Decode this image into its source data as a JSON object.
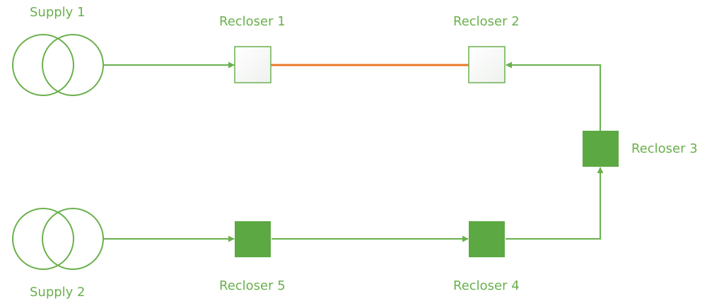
{
  "diagram": {
    "colors": {
      "line": "#6ab04c",
      "closed_fill": "#5ca843",
      "open_fill": "#ffffff",
      "highlight_segment": "#e8782a",
      "text": "#6ab04c"
    },
    "supplies": [
      {
        "id": "supply-1",
        "label": "Supply 1",
        "icon": "transformer-icon"
      },
      {
        "id": "supply-2",
        "label": "Supply 2",
        "icon": "transformer-icon"
      }
    ],
    "reclosers": [
      {
        "id": "recloser-1",
        "label": "Recloser 1",
        "state": "open"
      },
      {
        "id": "recloser-2",
        "label": "Recloser 2",
        "state": "open"
      },
      {
        "id": "recloser-3",
        "label": "Recloser 3",
        "state": "closed"
      },
      {
        "id": "recloser-4",
        "label": "Recloser 4",
        "state": "closed"
      },
      {
        "id": "recloser-5",
        "label": "Recloser 5",
        "state": "closed"
      }
    ],
    "connections": [
      {
        "from": "supply-1",
        "to": "recloser-1",
        "arrow": true,
        "color": "line"
      },
      {
        "from": "recloser-1",
        "to": "recloser-2",
        "arrow": false,
        "color": "highlight_segment"
      },
      {
        "from": "recloser-3",
        "to": "recloser-2",
        "arrow": true,
        "color": "line"
      },
      {
        "from": "recloser-4",
        "to": "recloser-3",
        "arrow": true,
        "color": "line"
      },
      {
        "from": "recloser-5",
        "to": "recloser-4",
        "arrow": true,
        "color": "line"
      },
      {
        "from": "supply-2",
        "to": "recloser-5",
        "arrow": true,
        "color": "line"
      }
    ]
  }
}
